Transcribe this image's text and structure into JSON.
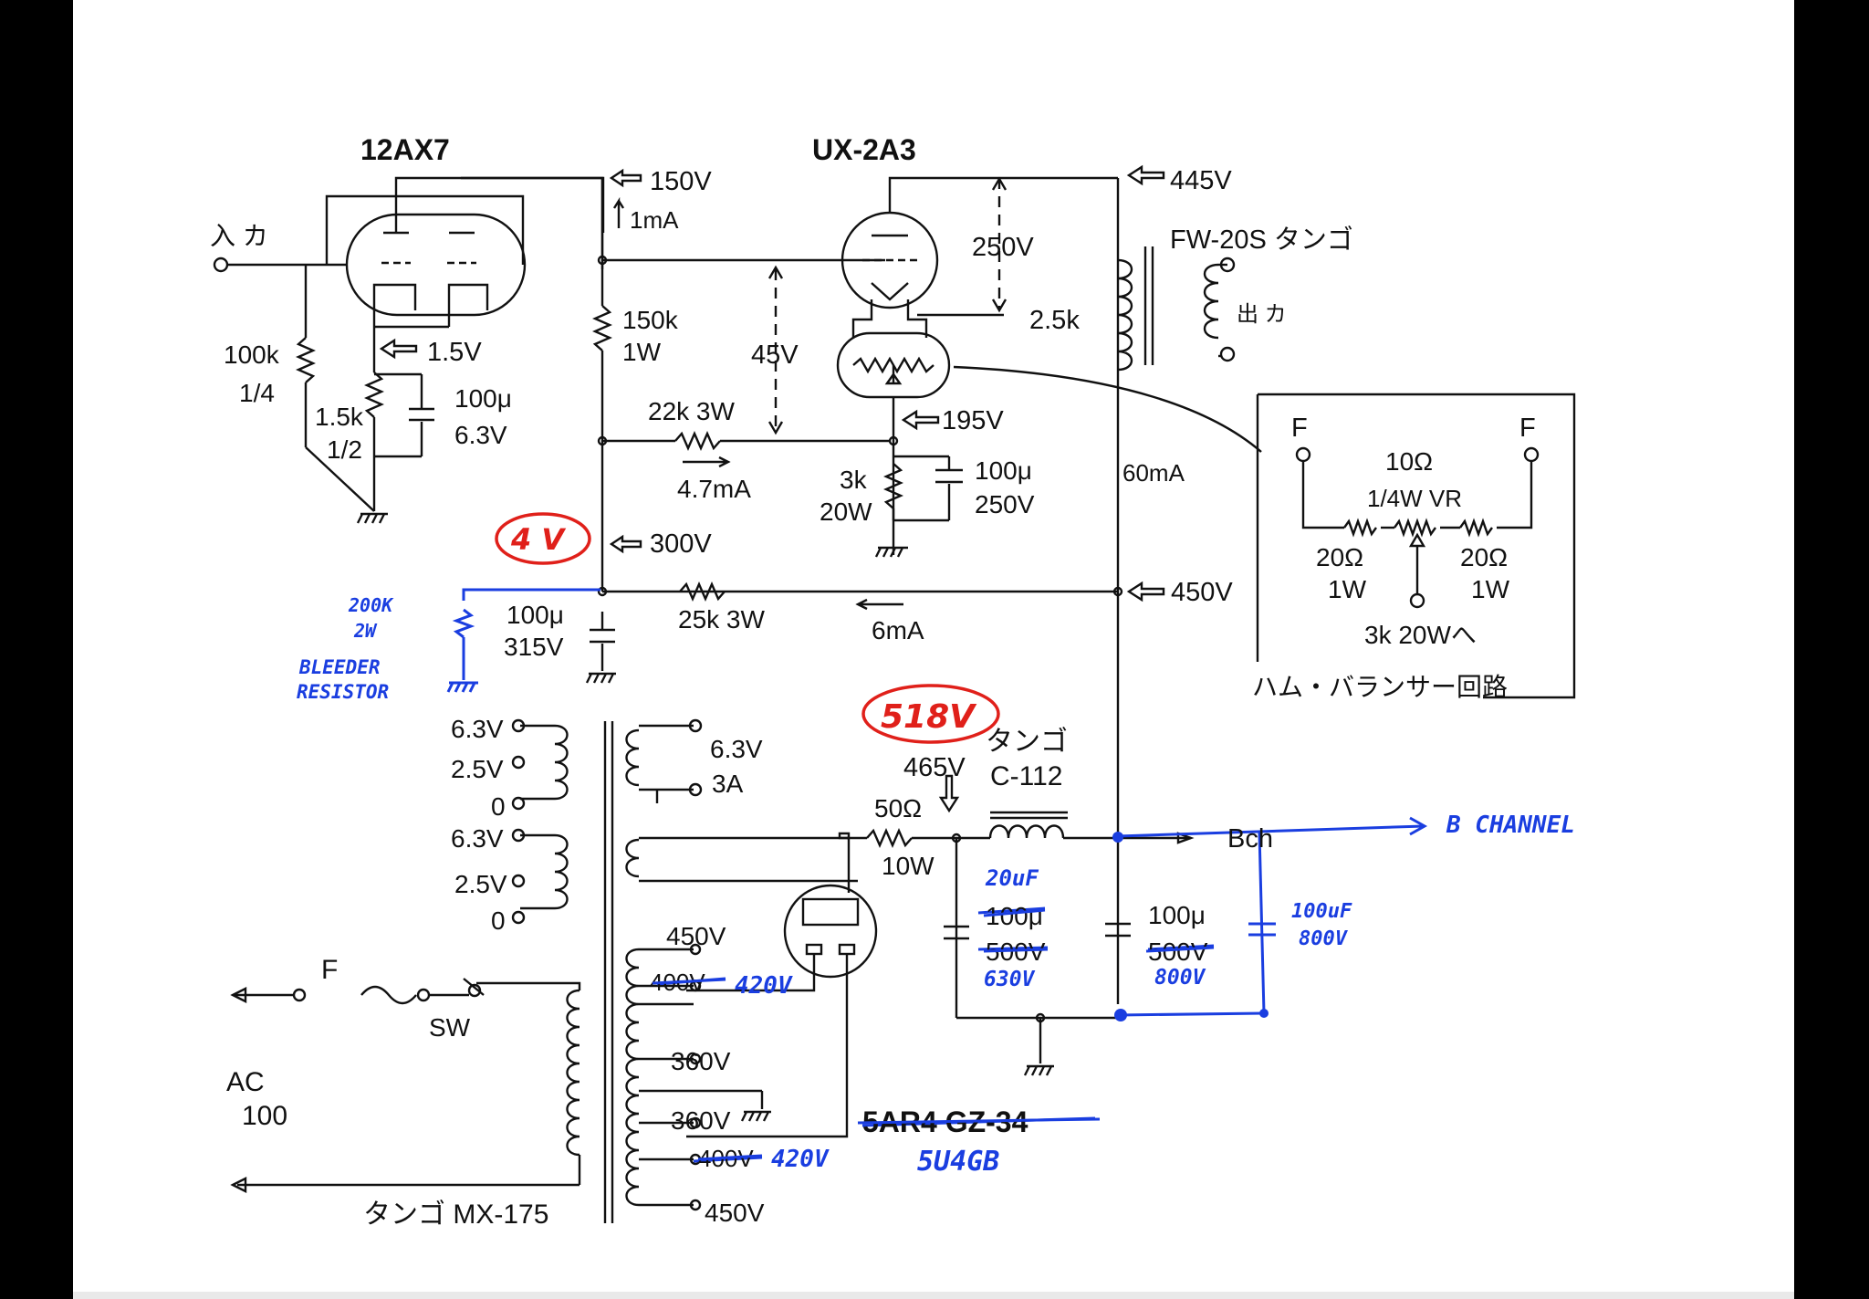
{
  "schematic": {
    "tubes": {
      "preamp": "12AX7",
      "output": "UX-2A3",
      "rectifier_original": "5AR4 GZ-34",
      "rectifier_new": "5U4GB"
    },
    "input_label": "入 カ",
    "output_label": "出 カ",
    "output_transformer": "FW-20S タンゴ",
    "power_transformer": "タンゴ MX-175",
    "choke_line1": "タンゴ",
    "choke_line2": "C-112",
    "ac_line1": "AC",
    "ac_line2": "100",
    "fuse": "F",
    "switch": "SW",
    "voltages": {
      "v150": "150V",
      "v1mA": "1mA",
      "v445": "445V",
      "v250": "250V",
      "v2_5k": "2.5k",
      "v45": "45V",
      "v1_5": "1.5V",
      "v195": "195V",
      "v300": "300V",
      "v450": "450V",
      "v465": "465V",
      "i4_7mA": "4.7mA",
      "i6mA": "6mA",
      "i60mA": "60mA"
    },
    "components": {
      "r100k": "100k",
      "r100k_w": "1/4",
      "r1_5k": "1.5k",
      "r1_5k_w": "1/2",
      "c100u_a": "100μ",
      "c100u_a_v": "6.3V",
      "r150k": "150k",
      "r150k_w": "1W",
      "r22k": "22k 3W",
      "r3k": "3k",
      "r3k_w": "20W",
      "c100u_b": "100μ",
      "c100u_b_v": "250V",
      "c100u_c": "100μ",
      "c100u_c_v": "315V",
      "r25k": "25k 3W",
      "r50": "50Ω",
      "r50_w": "10W",
      "c_left_orig": "100μ",
      "c_left_orig_v": "500V",
      "c_right": "100μ",
      "c_right_orig_v": "500V"
    },
    "transformer_taps": {
      "left": [
        "6.3V",
        "2.5V",
        "0",
        "6.3V",
        "2.5V",
        "0"
      ],
      "right_top_1": "6.3V",
      "right_top_2": "3A",
      "hv": [
        "450V",
        "400V",
        "360V",
        "360V",
        "400V",
        "450V"
      ]
    },
    "hum_balancer": {
      "title": "ハム・バランサー回路",
      "f_left": "F",
      "f_right": "F",
      "vr": "10Ω",
      "vr_rating": "1/4W VR",
      "r_left": "20Ω",
      "r_left_w": "1W",
      "r_right": "20Ω",
      "r_right_w": "1W",
      "to": "3k 20Wへ"
    }
  },
  "annotations": {
    "circled_red_1": "4 V",
    "circled_red_2": "518V",
    "bleeder_1": "200K",
    "bleeder_2": "2W",
    "bleeder_3": "BLEEDER",
    "bleeder_4": "RESISTOR",
    "b_channel": "B CHANNEL",
    "bch_printed": "Bch",
    "cap_20uf": "20uF",
    "cap_630v": "630V",
    "cap_800v": "800V",
    "cap_new_1": "100uF",
    "cap_new_2": "800V",
    "tap_420v_a": "420V",
    "tap_420v_b": "420V"
  },
  "colors": {
    "ink": "#111111",
    "blue_pen": "#1a3ee0",
    "red_pen": "#e0201a"
  }
}
